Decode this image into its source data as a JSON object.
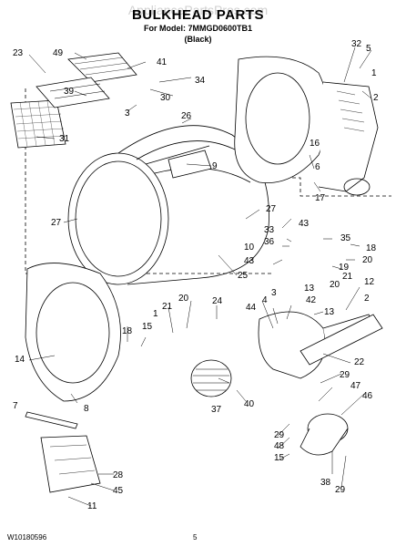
{
  "header": {
    "watermark": "AppliancePartsPros.com",
    "title": "BULKHEAD PARTS",
    "model_line": "For Model: 7MMGD0600TB1",
    "color_line": "(Black)"
  },
  "footer": {
    "doc_number": "W10180596",
    "page_number": "5"
  },
  "callouts": {
    "c49": "49",
    "c41": "41",
    "c34": "34",
    "c39": "39",
    "c30": "30",
    "c3": "3",
    "c23": "23",
    "c26": "26",
    "c31": "31",
    "c9": "9",
    "c32": "32",
    "c5": "5",
    "c1": "1",
    "c2": "2",
    "c16": "16",
    "c6": "6",
    "c17": "17",
    "c27a": "27",
    "c27b": "27",
    "c25": "25",
    "c33": "33",
    "c43a": "43",
    "c36": "36",
    "c10": "10",
    "c43b": "43",
    "c35": "35",
    "c18a": "18",
    "c20a": "20",
    "c19": "19",
    "c21a": "21",
    "c20b": "20",
    "c12": "12",
    "c2b": "2",
    "c4": "4",
    "c3b": "3",
    "c42": "42",
    "c13a": "13",
    "c13b": "13",
    "c44": "44",
    "c24": "24",
    "c21b": "21",
    "c20c": "20",
    "c18b": "18",
    "c15": "15",
    "c1b": "1",
    "c14": "14",
    "c22": "22",
    "c8": "8",
    "c7": "7",
    "c37": "37",
    "c40": "40",
    "c29a": "29",
    "c47": "47",
    "c46": "46",
    "c29b": "29",
    "c48": "48",
    "c15b": "15",
    "c28": "28",
    "c45": "45",
    "c11": "11",
    "c38": "38",
    "c29c": "29"
  }
}
